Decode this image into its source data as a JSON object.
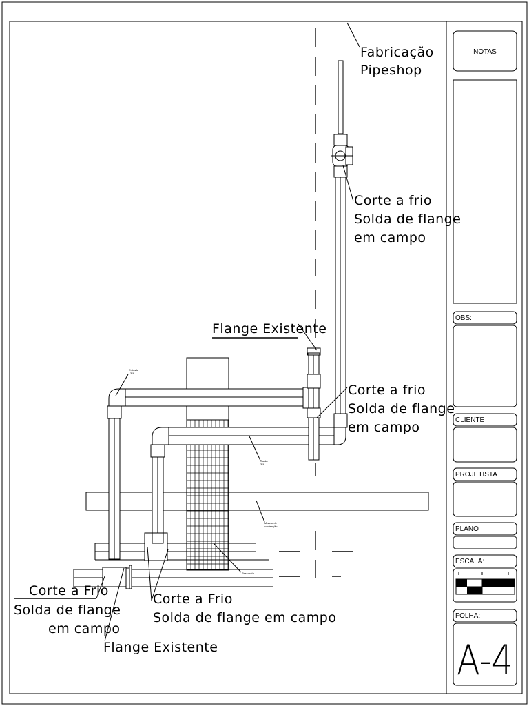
{
  "annotations": {
    "fabricacao_line1": "Fabricação",
    "fabricacao_line2": "Pipeshop",
    "corte_top_1": "Corte a frio",
    "corte_top_2": "Solda de flange",
    "corte_top_3": "em campo",
    "flange_existente_top": "Flange Existente",
    "corte_mid_1": "Corte a frio",
    "corte_mid_2": "Solda de flange",
    "corte_mid_3": "em campo",
    "corte_left_1": "Corte a Frio",
    "corte_left_2": "Solda de flange",
    "corte_left_3": "em campo",
    "corte_bottom_1": "Corte a Frio",
    "corte_bottom_2": "Solda de flange em campo",
    "flange_existente_bottom": "Flange Existente"
  },
  "small_labels": {
    "entrada_1": "Entrada",
    "entrada_2": "3/4",
    "saida_1": "Saída",
    "saida_2": "3/4",
    "mureta_1": "Mureta de",
    "mureta_2": "contenção",
    "passarela": "Passarela"
  },
  "title_block": {
    "notas": "NOTAS",
    "obs": "OBS:",
    "cliente": "CLIENTE",
    "projetista": "PROJETISTA",
    "plano": "PLANO",
    "escala": "ESCALA:",
    "folha": "FOLHA:",
    "sheet_number": "A-4"
  },
  "colors": {
    "line": "#000000",
    "paper": "#ffffff"
  }
}
